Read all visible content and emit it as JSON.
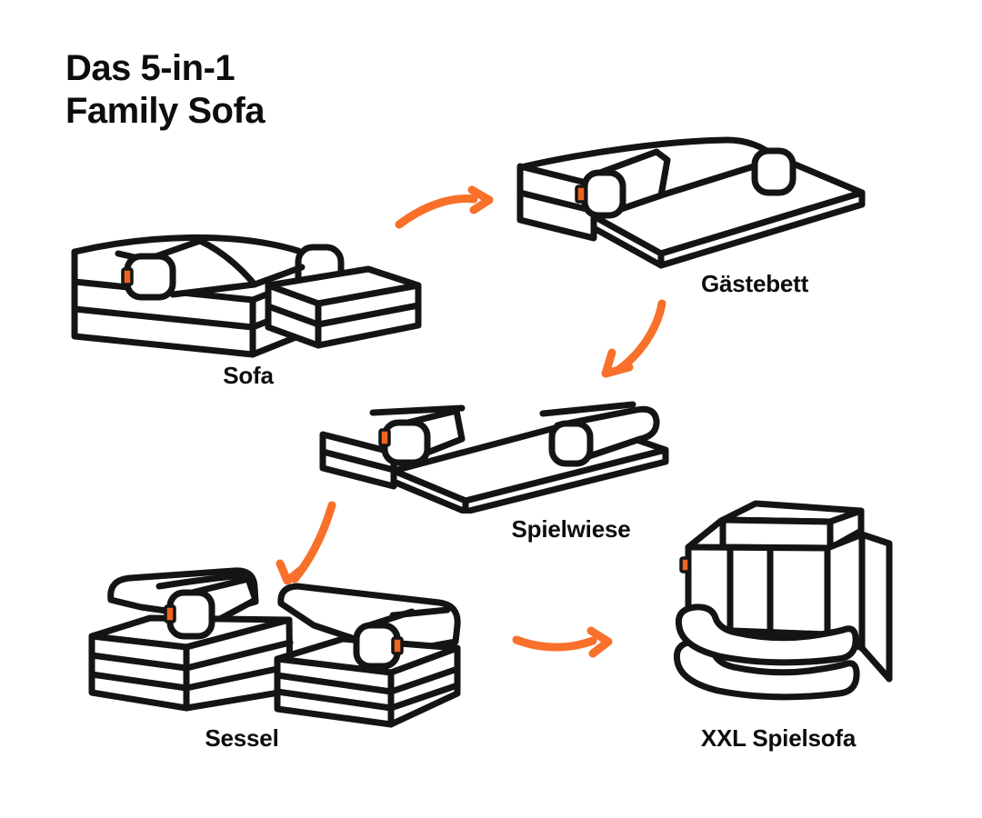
{
  "title": {
    "line1": "Das 5-in-1",
    "line2": "Family Sofa"
  },
  "stages": [
    {
      "id": "sofa",
      "label": "Sofa",
      "illustration": "corner-sofa-illustration"
    },
    {
      "id": "gaestebett",
      "label": "Gästebett",
      "illustration": "guest-bed-illustration"
    },
    {
      "id": "spielwiese",
      "label": "Spielwiese",
      "illustration": "play-mattress-illustration"
    },
    {
      "id": "sessel",
      "label": "Sessel",
      "illustration": "armchairs-illustration"
    },
    {
      "id": "xxl-spielsofa",
      "label": "XXL Spielsofa",
      "illustration": "play-fort-illustration"
    }
  ],
  "arrows": [
    {
      "from": "sofa",
      "to": "gaestebett",
      "direction": "right-up"
    },
    {
      "from": "gaestebett",
      "to": "spielwiese",
      "direction": "down-left"
    },
    {
      "from": "spielwiese",
      "to": "sessel",
      "direction": "down-left"
    },
    {
      "from": "sessel",
      "to": "xxl-spielsofa",
      "direction": "right"
    }
  ],
  "colors": {
    "accent": "#F8702A",
    "tag": "#EF6420",
    "line": "#141414",
    "background": "#FFFFFF",
    "text": "#0D0D0D"
  }
}
